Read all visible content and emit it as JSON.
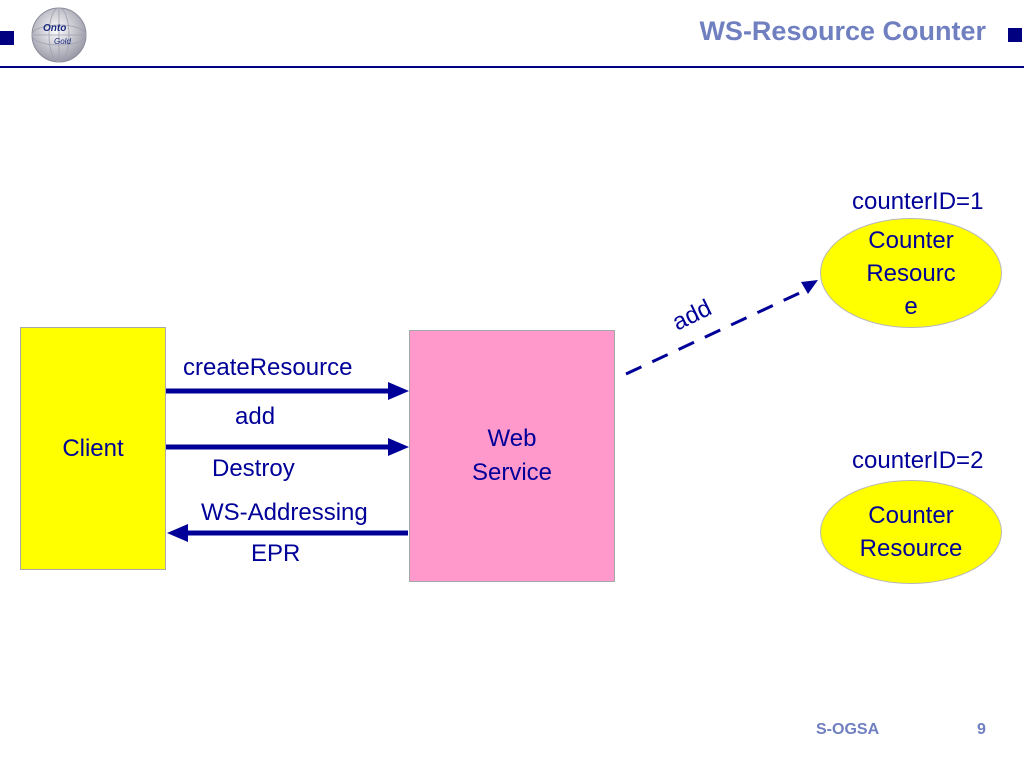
{
  "header": {
    "title": "WS-Resource Counter"
  },
  "logo": {
    "text_line1": "Onto",
    "text_line2": "Gold"
  },
  "diagram": {
    "client": "Client",
    "web_service": [
      "Web",
      "Service"
    ],
    "resource1": {
      "id_label": "counterID=1",
      "lines": [
        "Counter",
        "Resourc",
        "e"
      ]
    },
    "resource2": {
      "id_label": "counterID=2",
      "lines": [
        "Counter",
        "Resource"
      ]
    },
    "labels": {
      "create_resource": "createResource",
      "add": "add",
      "destroy": "Destroy",
      "ws_addressing": "WS-Addressing",
      "epr": "EPR",
      "add_dashed": "add"
    }
  },
  "footer": {
    "label": "S-OGSA",
    "page": "9"
  },
  "colors": {
    "navy": "#000080",
    "text_blue": "#000099",
    "title_blue": "#6f7fc0",
    "yellow": "#ffff00",
    "pink": "#ff99cc"
  }
}
